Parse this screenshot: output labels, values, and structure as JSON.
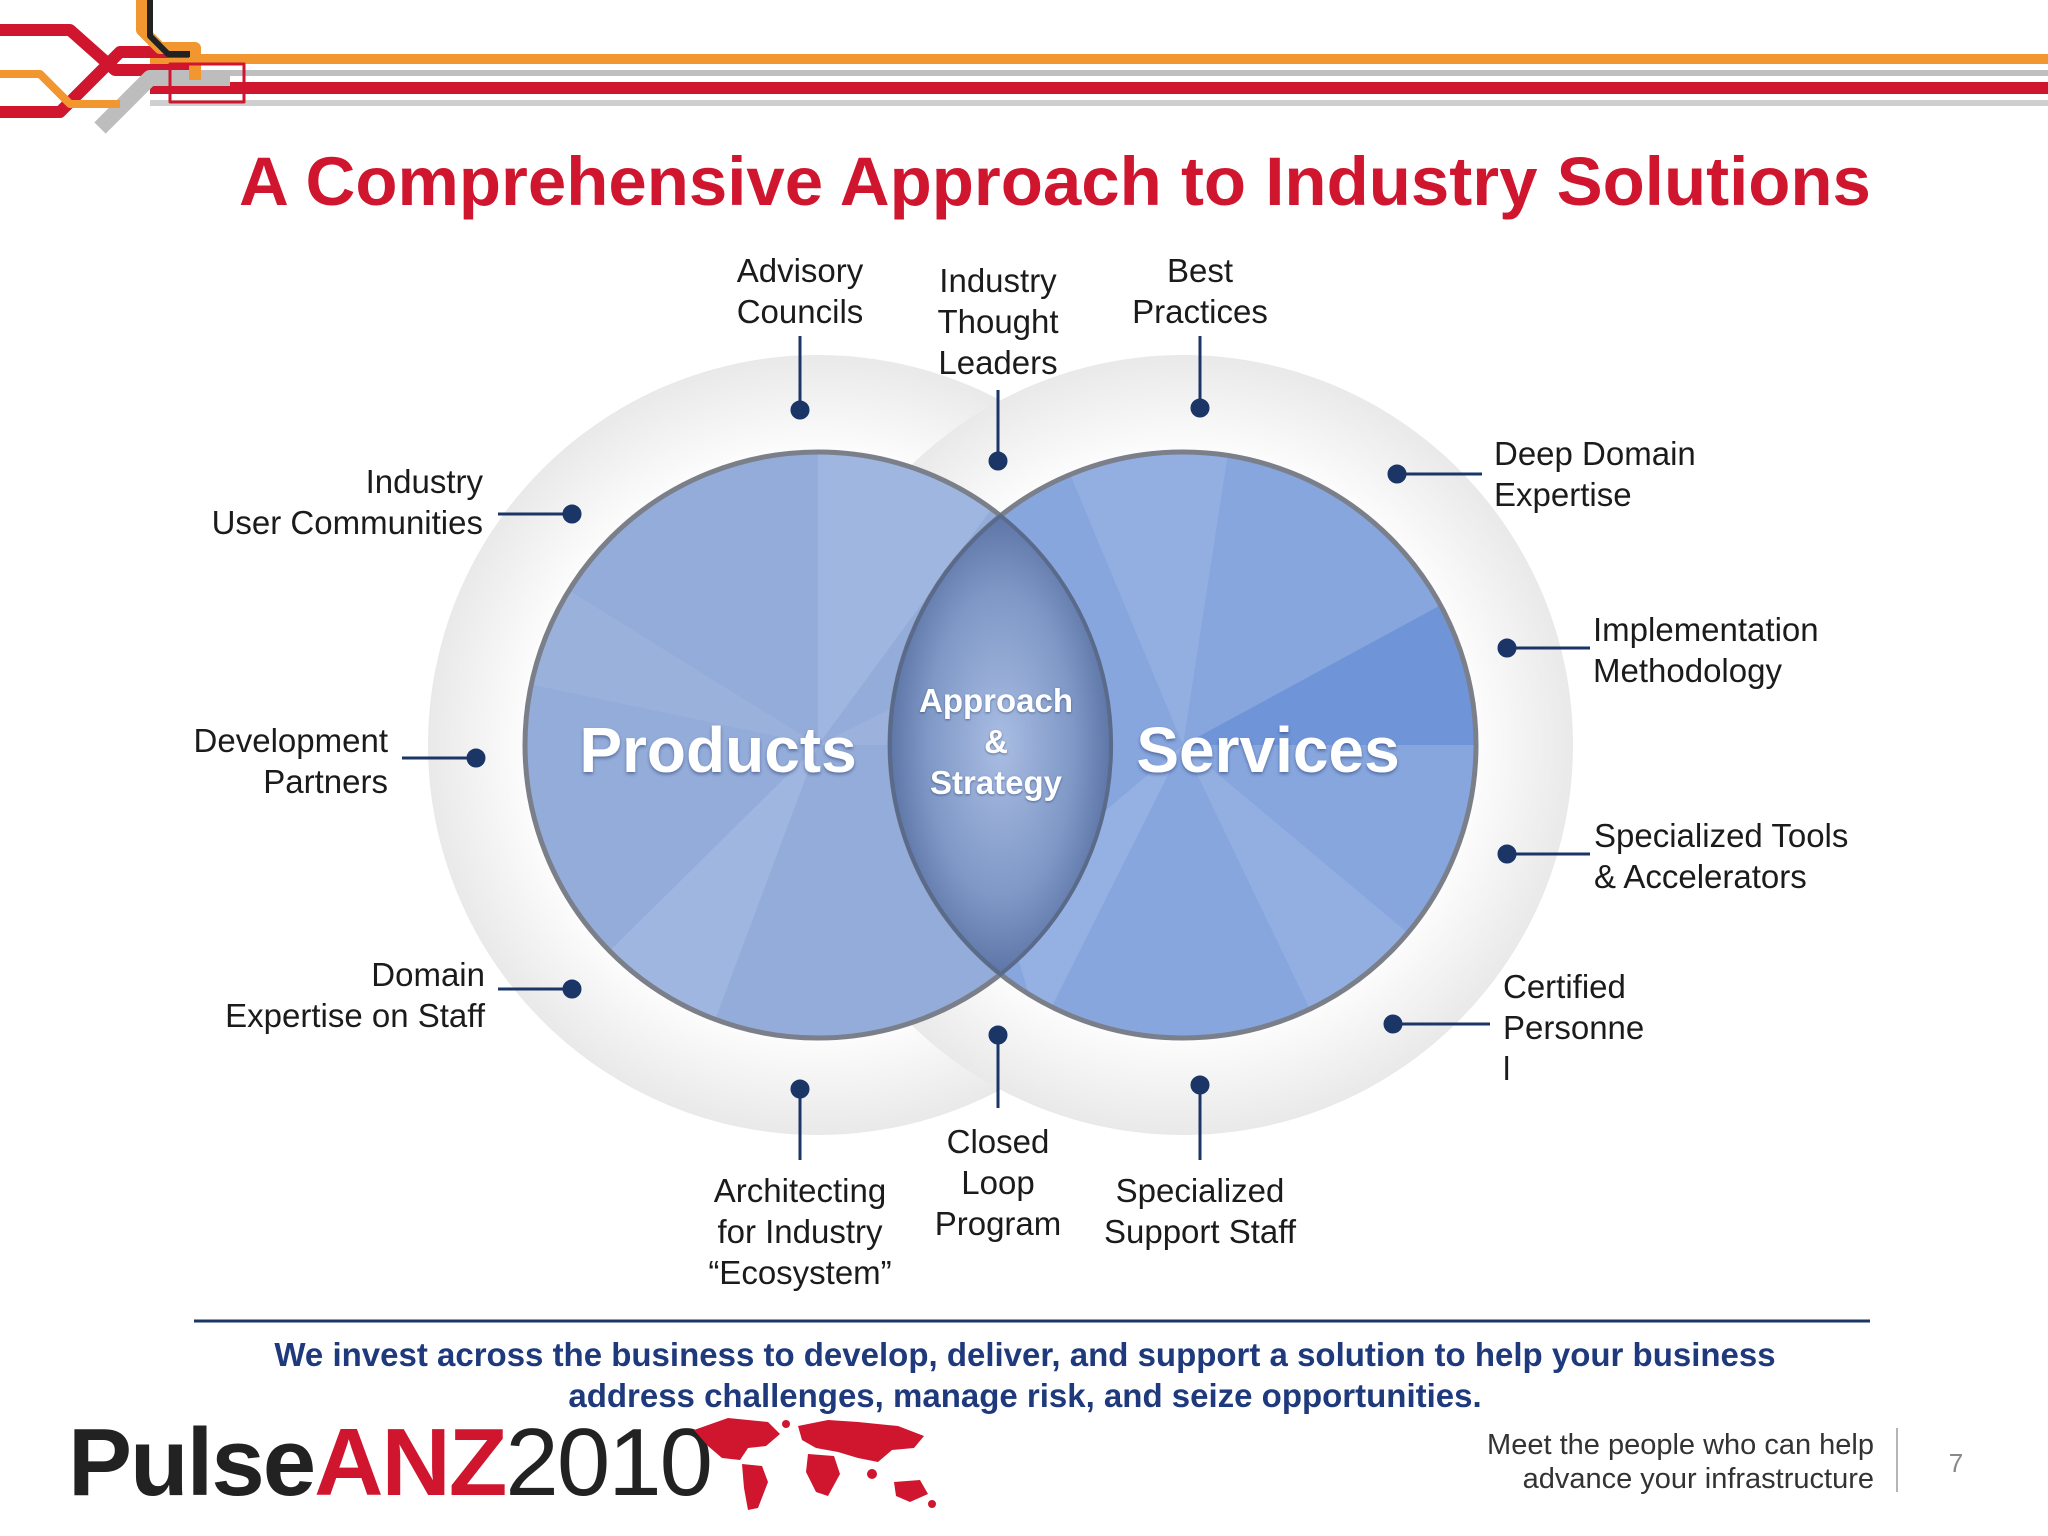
{
  "title": "A Comprehensive Approach to Industry Solutions",
  "diagram": {
    "left_circle": "Products",
    "right_circle": "Services",
    "intersection": "Approach\n&\nStrategy",
    "labels": {
      "advisory_councils": "Advisory\nCouncils",
      "industry_thought_leaders": "Industry\nThought\nLeaders",
      "best_practices": "Best\nPractices",
      "industry_user_communities": "Industry\nUser Communities",
      "development_partners": "Development\nPartners",
      "domain_expertise_on_staff": "Domain\nExpertise on Staff",
      "deep_domain_expertise": "Deep Domain\nExpertise",
      "implementation_methodology": "Implementation\nMethodology",
      "specialized_tools": "Specialized Tools\n& Accelerators",
      "certified_personnel": "Certified\nPersonne\nl",
      "architecting": "Architecting\nfor Industry\n“Ecosystem”",
      "closed_loop_program": "Closed\nLoop\nProgram",
      "specialized_support_staff": "Specialized\nSupport Staff"
    }
  },
  "tagline": "We invest across the business to develop, deliver, and support a solution to help your business address challenges, manage risk, and seize opportunities.",
  "footer": {
    "logo_pulse": "Pulse",
    "logo_anz": "ANZ",
    "logo_year": "2010",
    "tagline": "Meet the people who can help\nadvance your infrastructure",
    "page_number": "7"
  },
  "colors": {
    "title_red": "#d0152f",
    "navy": "#1b3566",
    "circle_blue": "#8fa9dc",
    "orange": "#f2962f"
  },
  "icons": {
    "header": "circuit-lines-decoration",
    "footer": "world-map-icon"
  }
}
